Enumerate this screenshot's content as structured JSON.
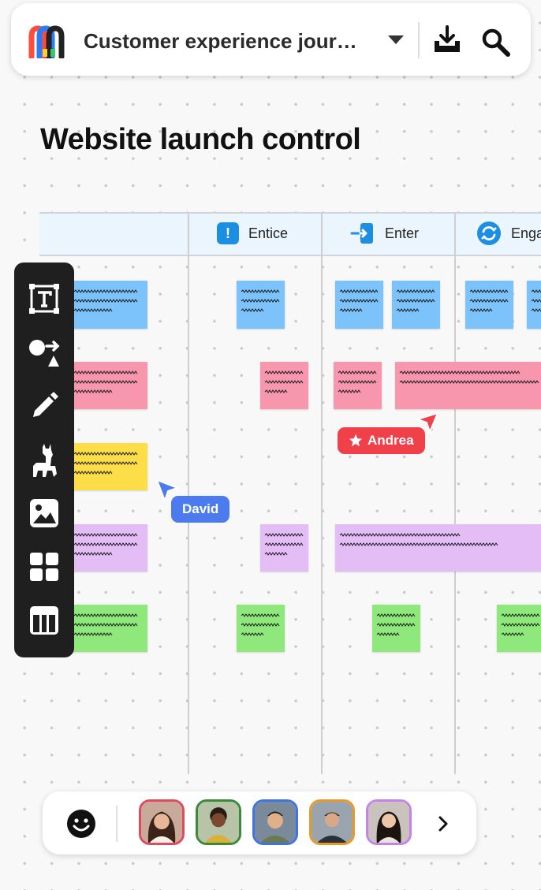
{
  "topbar": {
    "board_title": "Customer experience jour…",
    "icons": [
      "miro-logo-icon",
      "chevron-down-icon",
      "export-icon",
      "search-icon"
    ]
  },
  "frame": {
    "title": "Website launch control"
  },
  "columns": [
    {
      "label": "Entice",
      "icon": "exclamation-icon",
      "color": "#1d8fe3"
    },
    {
      "label": "Enter",
      "icon": "enter-arrow-icon",
      "color": "#1d8fe3"
    },
    {
      "label": "Enga",
      "icon": "refresh-icon",
      "color": "#1d8fe3"
    }
  ],
  "note_colors": {
    "blue": "#7cc2fb",
    "pink": "#f796ad",
    "yellow": "#fddd48",
    "purple": "#e4bdf7",
    "green": "#8ee87b"
  },
  "toolbar": {
    "tools": [
      "text-icon",
      "shapes-icon",
      "pen-icon",
      "llama-icon",
      "image-icon",
      "templates-icon",
      "table-icon"
    ]
  },
  "cursors": [
    {
      "name": "Andrea",
      "color": "#f0414b",
      "icon": "star-icon"
    },
    {
      "name": "David",
      "color": "#4c7bf0"
    }
  ],
  "collaborators": {
    "avatars": [
      {
        "name": "avatar-1",
        "border": "#e04a5f"
      },
      {
        "name": "avatar-2",
        "border": "#3a8a3a"
      },
      {
        "name": "avatar-3",
        "border": "#3f73e0"
      },
      {
        "name": "avatar-4",
        "border": "#e89a26"
      },
      {
        "name": "avatar-5",
        "border": "#c583e8"
      }
    ],
    "icons": [
      "emoji-icon",
      "chevron-right-icon"
    ]
  }
}
